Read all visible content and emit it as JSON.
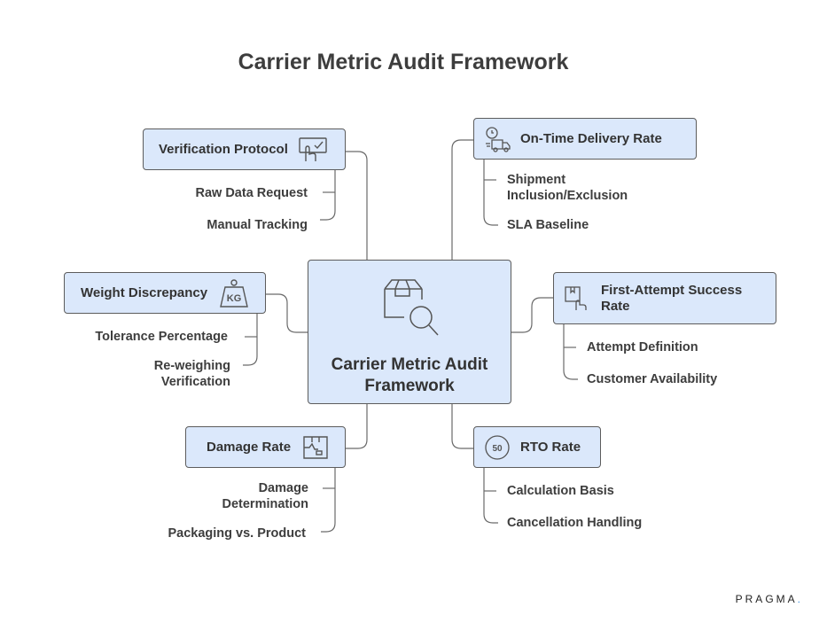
{
  "title": "Carrier Metric Audit Framework",
  "center": {
    "label": "Carrier Metric Audit Framework",
    "icon": "package-search-icon"
  },
  "branches": {
    "verification": {
      "label": "Verification Protocol",
      "icon": "hand-touch-icon",
      "children": [
        "Raw Data Request",
        "Manual Tracking"
      ]
    },
    "weight": {
      "label": "Weight Discrepancy",
      "icon": "weight-kg-icon",
      "icon_text": "KG",
      "children": [
        "Tolerance Percentage",
        "Re-weighing Verification"
      ]
    },
    "damage": {
      "label": "Damage Rate",
      "icon": "damaged-box-icon",
      "children": [
        "Damage Determination",
        "Packaging vs. Product"
      ]
    },
    "ontime": {
      "label": "On-Time Delivery Rate",
      "icon": "delivery-truck-clock-icon",
      "children": [
        "Shipment Inclusion/Exclusion",
        "SLA Baseline"
      ]
    },
    "firstattempt": {
      "label": "First-Attempt Success Rate",
      "icon": "parcel-hand-icon",
      "children": [
        "Attempt Definition",
        "Customer Availability"
      ]
    },
    "rto": {
      "label": "RTO Rate",
      "icon": "rto-badge-icon",
      "icon_text": "50",
      "children": [
        "Calculation Basis",
        "Cancellation Handling"
      ]
    }
  },
  "brand": {
    "text": "PRAGMA",
    "dot": "."
  },
  "colors": {
    "node_fill": "#dbe8fb",
    "stroke": "#5c5c5c",
    "brand_dot": "#3b8ee0"
  }
}
